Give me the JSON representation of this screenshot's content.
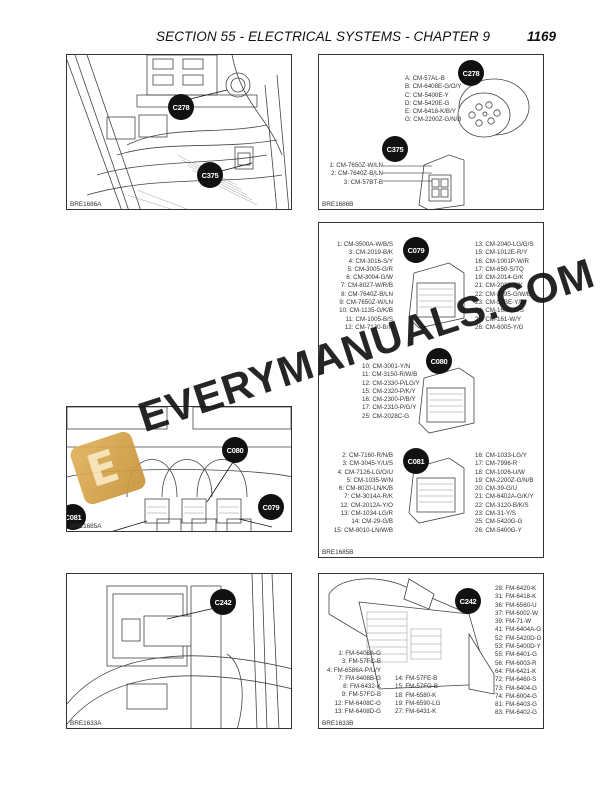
{
  "header": {
    "title": "SECTION 55 - ELECTRICAL SYSTEMS - CHAPTER 9",
    "page_number": "1169"
  },
  "panels": {
    "p1": {
      "fig_id": "BRE1686A",
      "callouts": [
        "C278",
        "C375"
      ]
    },
    "p2": {
      "fig_id": "BRE1686B",
      "c278": {
        "label": "C278",
        "pins": [
          "A: CM-57AL-B",
          "B: CM-6408E-G/O/Y",
          "C: CM-5400E-Y",
          "D: CM-5420E-G",
          "E: CM-6418-K/B/Y",
          "G: CM-2200Z-G/N/B"
        ]
      },
      "c375": {
        "label": "C375",
        "pins": [
          "1: CM-7650Z-W/LN",
          "2: CM-7640Z-B/LN",
          "3: CM-57BT-B"
        ]
      }
    },
    "p3": {
      "fig_id": "BRE1685B",
      "c079": {
        "label": "C079",
        "pins_left": [
          "1: CM-3500A-W/B/S",
          "3: CM-2019-B/K",
          "4: CM-3016-S/Y",
          "5: CM-3005-G/R",
          "6: CM-3004-G/W",
          "7: CM-8027-W/R/B",
          "8: CM-7640Z-B/LN",
          "9: CM-7650Z-W/LN",
          "10: CM-1135-G/K/B",
          "11: CM-1005-B/S",
          "12: CM-7130-B/N"
        ],
        "pins_right": [
          "13: CM-2040-LG/G/S",
          "15: CM-1012E-R/Y",
          "16: CM-1001P-W/R",
          "17: CM-650-S/TQ",
          "19: CM-2014-G/K",
          "21: CM-2020-Y/K",
          "22: CM-2095-G/W/B",
          "23: CM-57BE-Y/W",
          "24: CM-160R-B/S",
          "25: CM-161-W/Y",
          "26: CM-6005-Y/G"
        ]
      },
      "c080": {
        "label": "C080",
        "pins": [
          "10: CM-3001-Y/N",
          "11: CM-3150-R/W/B",
          "12: CM-2330-P/LG/Y",
          "15: CM-2320-P/K/Y",
          "16: CM-2300-P/B/Y",
          "17: CM-2310-P/G/Y",
          "25: CM-2028C-G"
        ]
      },
      "c081": {
        "label": "C081",
        "pins_left": [
          "2: CM-7160-R/N/B",
          "3: CM-3045-Y/U/S",
          "4: CM-7126-LG/O/U",
          "5: CM-1035-W/N",
          "6: CM-8020-LN/K/B",
          "7: CM-3014A-R/K",
          "12: CM-2012A-Y/O",
          "13: CM-1034-LG/R",
          "14: CM-29-G/B",
          "15: CM-8010-LN/W/B"
        ],
        "pins_right": [
          "16: CM-1033-LG/Y",
          "17: CM-7996-R",
          "18: CM-1026-U/W",
          "19: CM-2200Z-G/N/B",
          "20: CM-39-G/U",
          "21: CM-6402A-G/K/Y",
          "22: CM-3120-B/K/S",
          "23: CM-31-Y/S",
          "25: CM-5420G-G",
          "26: CM-5400G-Y"
        ]
      }
    },
    "p4": {
      "fig_id": "BRE1685A",
      "callouts": [
        "C080",
        "C081",
        "C079"
      ]
    },
    "p5": {
      "fig_id": "BRE1633A",
      "callouts": [
        "C242"
      ]
    },
    "p6": {
      "fig_id": "BRE1633B",
      "c242": {
        "label": "C242",
        "pins_col1": [
          "1: FM-6408A-G",
          "3: FM-57FC-B",
          "4: FM-6586A-P/U/Y",
          "7: FM-6408B-G",
          "8: FM-6432-K",
          "9: FM-57FD-B",
          "12: FM-6408C-G",
          "13: FM-6408D-G"
        ],
        "pins_col2": [
          "14: FM-57FE-B",
          "15: FM-57FG-B",
          "18: FM-6580-K",
          "19: FM-6590-LG",
          "27: FM-6431-K"
        ],
        "pins_col3": [
          "28: FM-6420-K",
          "31: FM-6418-K",
          "36: FM-6560-U",
          "37: FM-6002-W",
          "39: FM-71-W",
          "41: FM-6404A-G",
          "52: FM-5420D-G",
          "53: FM-5400D-Y",
          "55: FM-6401-G",
          "56: FM-6003-R",
          "64: FM-6421-K",
          "72: FM-6460-S",
          "73: FM-6404-G",
          "74: FM-6004-G",
          "81: FM-6403-G",
          "83: FM-6402-G"
        ]
      }
    }
  },
  "watermark": {
    "text": "EVERYMANUALS.COM",
    "logo_letter": "E",
    "logo_color": "#d4a24a"
  }
}
